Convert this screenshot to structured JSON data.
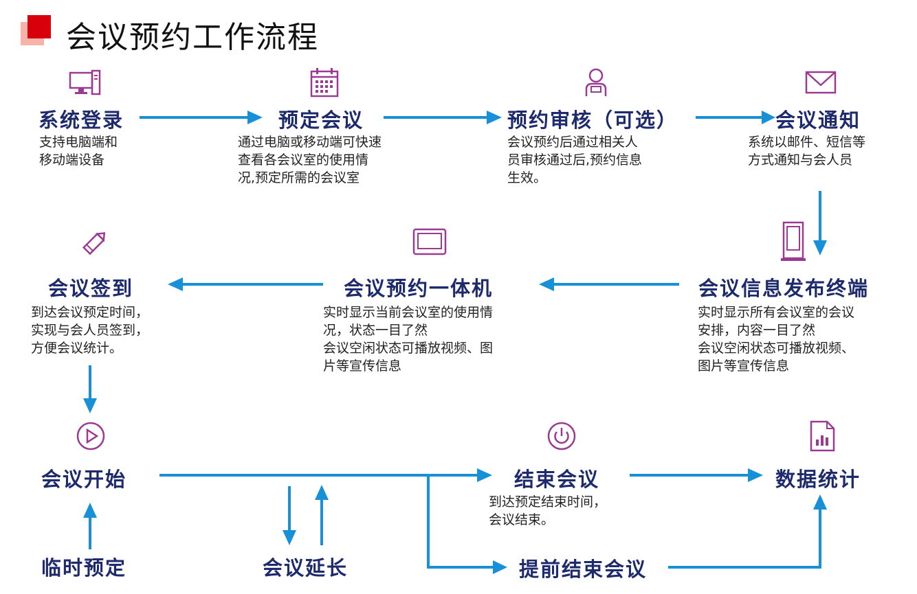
{
  "page": {
    "title": "会议预约工作流程"
  },
  "colors": {
    "arrow": "#1890d8",
    "title_text": "#1e2a6e",
    "icon": "#9c3a93",
    "accent_red": "#d9000d"
  },
  "nodes": {
    "login": {
      "title": "系统登录",
      "desc": [
        "支持电脑端和",
        "移动端设备"
      ],
      "icon": "computer-icon"
    },
    "book": {
      "title": "预定会议",
      "desc": [
        "通过电脑或移动端可快速",
        "查看各会议室的使用情",
        "况,预定所需的会议室"
      ],
      "icon": "calendar-icon"
    },
    "review": {
      "title": "预约审核（可选）",
      "desc": [
        "会议预约后通过相关人",
        "员审核通过后,预约信息",
        "生效。"
      ],
      "icon": "person-icon"
    },
    "notify": {
      "title": "会议通知",
      "desc": [
        "系统以邮件、短信等",
        "方式通知与会人员"
      ],
      "icon": "envelope-icon"
    },
    "terminal": {
      "title": "会议信息发布终端",
      "desc": [
        "实时显示所有会议室的会议",
        "安排，内容一目了然",
        "会议空闲状态可播放视频、",
        "图片等宣传信息"
      ],
      "icon": "kiosk-icon"
    },
    "kiosk": {
      "title": "会议预约一体机",
      "desc": [
        "实时显示当前会议室的使用情",
        "况，状态一目了然",
        "会议空闲状态可播放视频、图",
        "片等宣传信息"
      ],
      "icon": "tablet-icon"
    },
    "signin": {
      "title": "会议签到",
      "desc": [
        "到达会议预定时间，",
        "实现与会人员签到，",
        "方便会议统计。"
      ],
      "icon": "pencil-icon"
    },
    "start": {
      "title": "会议开始",
      "icon": "play-icon"
    },
    "end": {
      "title": "结束会议",
      "desc": [
        "到达预定结束时间，",
        "会议结束。"
      ],
      "icon": "power-icon"
    },
    "stats": {
      "title": "数据统计",
      "icon": "report-icon"
    },
    "temp": {
      "title": "临时预定"
    },
    "extend": {
      "title": "会议延长"
    },
    "early": {
      "title": "提前结束会议"
    }
  }
}
